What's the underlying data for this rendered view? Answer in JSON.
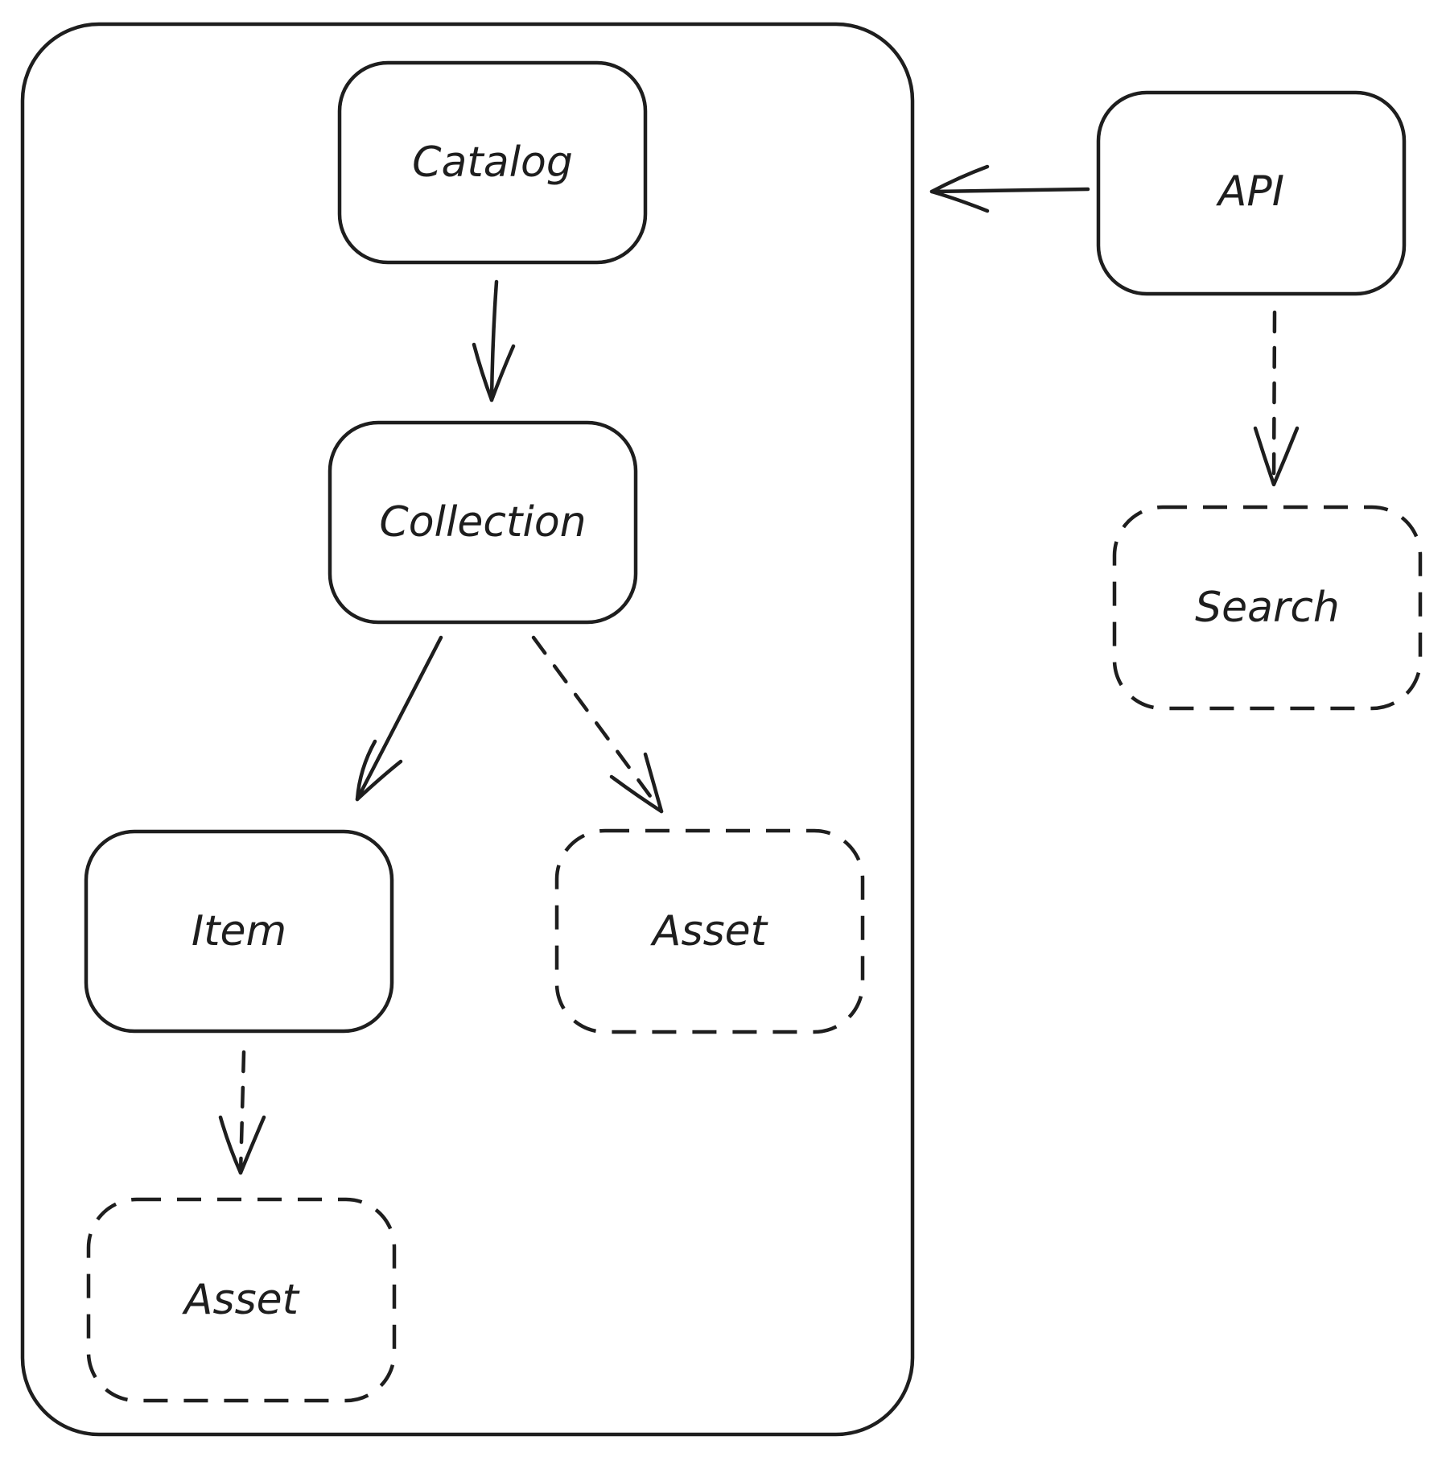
{
  "colors": {
    "stroke": "#1e1e1e",
    "background": "#ffffff"
  },
  "nodes": {
    "catalog": "Catalog",
    "collection": "Collection",
    "item": "Item",
    "collection_asset": "Asset",
    "item_asset": "Asset",
    "api": "API",
    "search": "Search"
  }
}
